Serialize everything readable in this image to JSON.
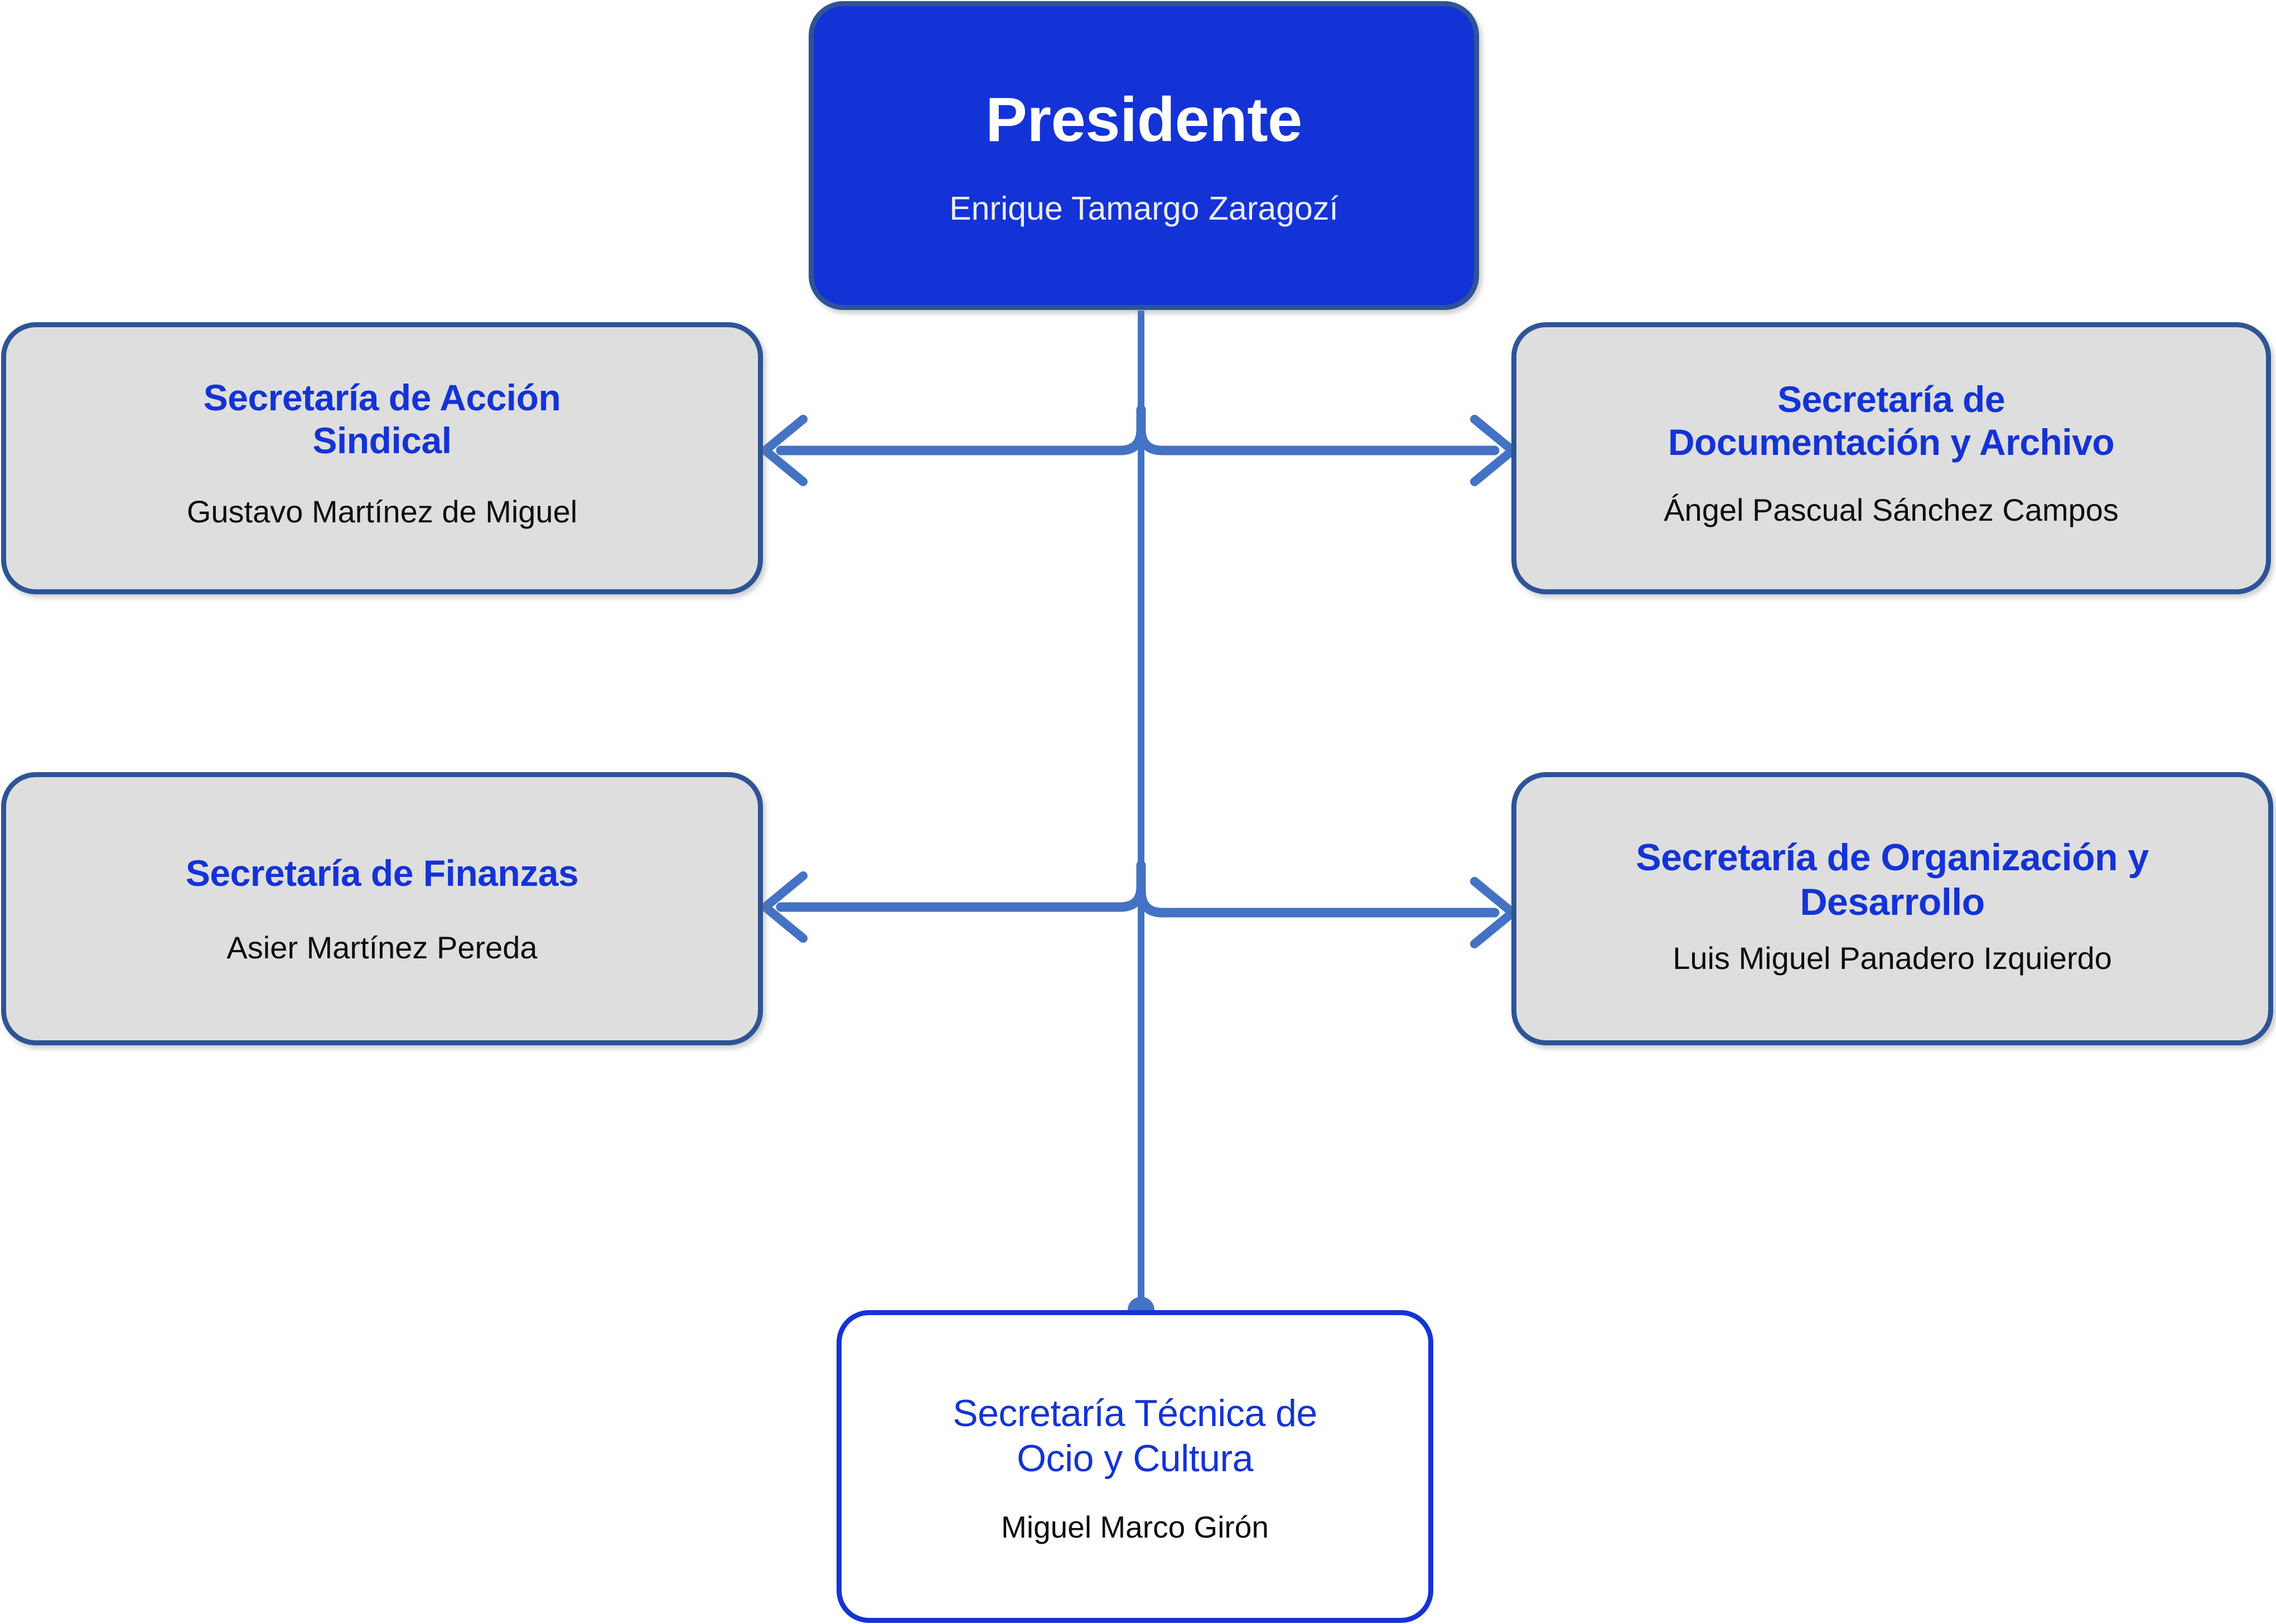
{
  "diagram": {
    "type": "organizational-chart",
    "colors": {
      "president_fill": "#1433D6",
      "president_text": "#FFFFFF",
      "box_fill": "#DEDEDE",
      "box_border": "#2E5496",
      "title_text": "#1433D6",
      "person_text": "#0D0D0D",
      "connector": "#4472C4",
      "leaf_border": "#1433D6",
      "leaf_fill": "#FFFFFF"
    },
    "nodes": {
      "president": {
        "title": "Presidente",
        "person": "Enrique Tamargo Zaragozí"
      },
      "accion_sindical": {
        "title": "Secretaría de Acción\nSindical",
        "person": "Gustavo Martínez de Miguel"
      },
      "documentacion": {
        "title": "Secretaría de\nDocumentación y Archivo",
        "person": "Ángel Pascual Sánchez Campos"
      },
      "finanzas": {
        "title": "Secretaría de Finanzas",
        "person": "Asier Martínez Pereda"
      },
      "organizacion": {
        "title": "Secretaría de Organización y\nDesarrollo",
        "person": "Luis Miguel Panadero Izquierdo"
      },
      "ocio_cultura": {
        "title": "Secretaría Técnica de\nOcio y Cultura",
        "person": "Miguel Marco Girón"
      }
    },
    "connections": [
      {
        "from": "president",
        "to": "accion_sindical",
        "direction": "left"
      },
      {
        "from": "president",
        "to": "documentacion",
        "direction": "right"
      },
      {
        "from": "president",
        "to": "finanzas",
        "direction": "left"
      },
      {
        "from": "president",
        "to": "organizacion",
        "direction": "right"
      },
      {
        "from": "president",
        "to": "ocio_cultura",
        "direction": "down"
      }
    ]
  }
}
